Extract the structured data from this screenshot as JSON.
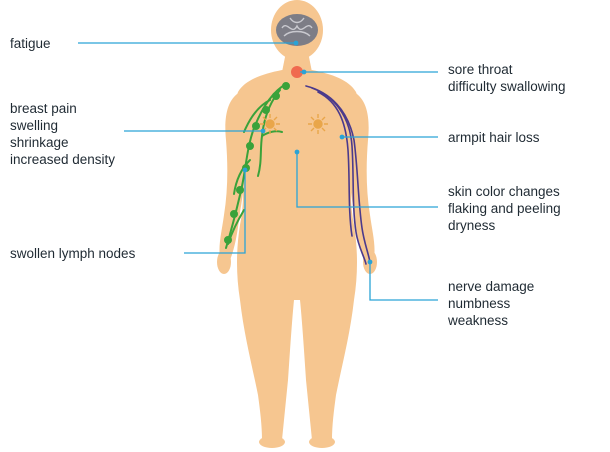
{
  "labels": {
    "fatigue": [
      "fatigue"
    ],
    "throat": [
      "sore throat",
      "difficulty swallowing"
    ],
    "breast": [
      "breast pain",
      "swelling",
      "shrinkage",
      "increased density"
    ],
    "armpit": [
      "armpit hair loss"
    ],
    "skin": [
      "skin color changes",
      "flaking and peeling",
      "dryness"
    ],
    "lymph": [
      "swollen lymph nodes"
    ],
    "nerve": [
      "nerve damage",
      "numbness",
      "weakness"
    ]
  },
  "colors": {
    "body": "#f6c690",
    "leader_line": "#2aa3d6",
    "brain": "#7d7d86",
    "throat": "#f06a4f",
    "lymph": "#3aa23a",
    "nerve": "#4b3a8c",
    "breast_mark": "#e9a64a"
  }
}
